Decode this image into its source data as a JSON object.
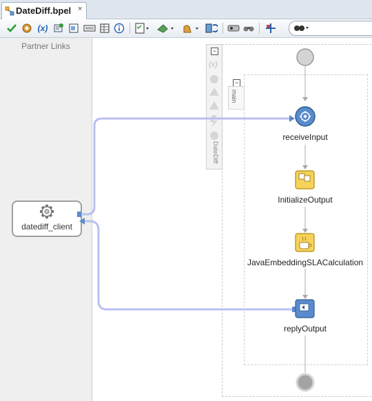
{
  "tab": {
    "label": "DateDiff.bpel",
    "close_glyph": "×"
  },
  "toolbar": {
    "items": [
      "validate-icon",
      "gear-icon",
      "expression-icon",
      "xpath-icon",
      "text-icon",
      "xsd-icon",
      "table-icon",
      "info-icon",
      "checklist-icon",
      "deploy-icon",
      "hand-icon",
      "refresh-icon",
      "monitor-icon",
      "binoculars-icon",
      "sensor-icon",
      "search-icon"
    ],
    "expr_label": "(x)"
  },
  "sidebar": {
    "title": "Partner Links"
  },
  "partner_link": {
    "name": "datediff_client"
  },
  "process": {
    "name": "DateDiff",
    "scope": "main"
  },
  "activities": [
    {
      "name": "receiveInput",
      "kind": "receive"
    },
    {
      "name": "InitializeOutput",
      "kind": "assign"
    },
    {
      "name": "JavaEmbeddingSLACalculation",
      "kind": "java"
    },
    {
      "name": "replyOutput",
      "kind": "reply"
    }
  ],
  "colors": {
    "accent": "#5a8ccc",
    "link": "#b9bff0",
    "assign": "#f5d35a",
    "node_gray": "#c9c9c9"
  }
}
